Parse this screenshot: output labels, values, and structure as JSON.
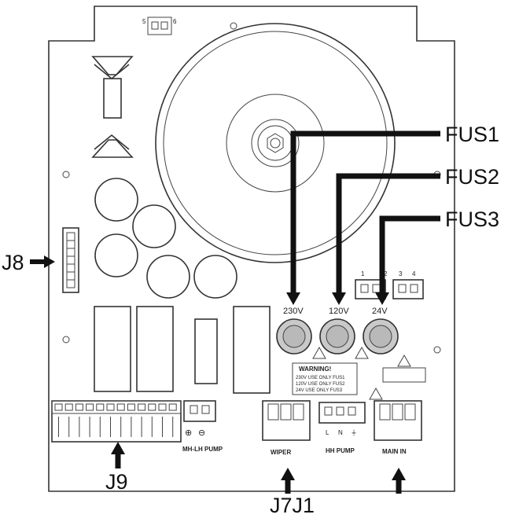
{
  "callouts": {
    "fus1": "FUS1",
    "fus2": "FUS2",
    "fus3": "FUS3",
    "j8": "J8",
    "j9": "J9",
    "j7j1": "J7J1"
  },
  "fuses": {
    "f1_value": "230V",
    "f2_value": "120V",
    "f3_value": "24V",
    "f1_id": "FUS1",
    "f2_id": "FUS2",
    "f3_id": "FUS3"
  },
  "warning": {
    "title": "WARNING!",
    "line1": "230V USE ONLY FUS1",
    "line2": "120V USE ONLY FUS2",
    "line3": "24V USE ONLY FUS3"
  },
  "connectors": {
    "j5_label": "MH-LH PUMP",
    "j7_label": "WIPER",
    "hh_label": "HH PUMP",
    "j1_label": "MAIN IN",
    "hh_pins": [
      "L",
      "N",
      "⏚"
    ],
    "j3_pins": [
      "1",
      "2"
    ],
    "j4_pins": [
      "3",
      "4"
    ],
    "top_pins": [
      "5",
      "6"
    ],
    "polarity": [
      "⊕",
      "⊖"
    ]
  },
  "colors": {
    "ink": "#111111",
    "board_line": "#333333",
    "fuse_fill": "#c9c9c9"
  }
}
